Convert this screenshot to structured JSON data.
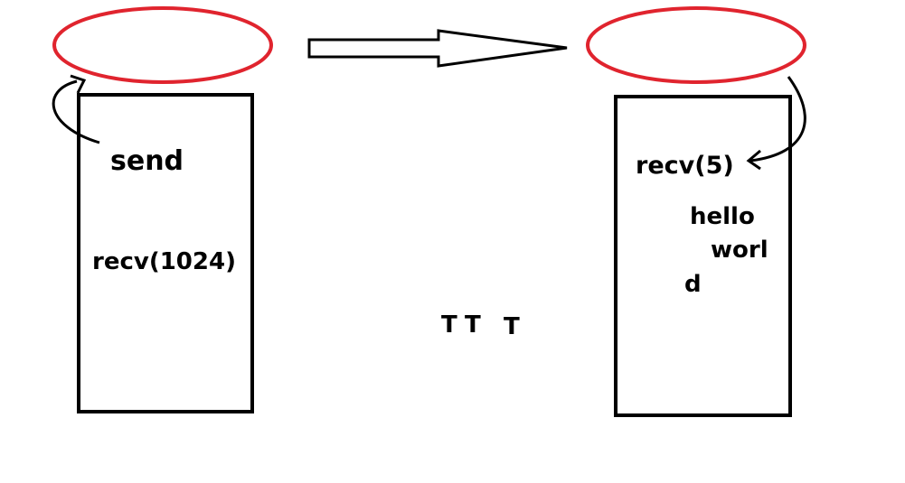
{
  "left": {
    "send_label": "send",
    "recv_label": "recv(1024)"
  },
  "right": {
    "recv_label": "recv(5)",
    "data_line1": "hello",
    "data_line2": "worl",
    "data_line3": "d"
  },
  "middle": {
    "t1": "T",
    "t2": "T",
    "t3": "T"
  },
  "colors": {
    "buffer_ellipse": "#e0242e",
    "ink": "#000000"
  }
}
